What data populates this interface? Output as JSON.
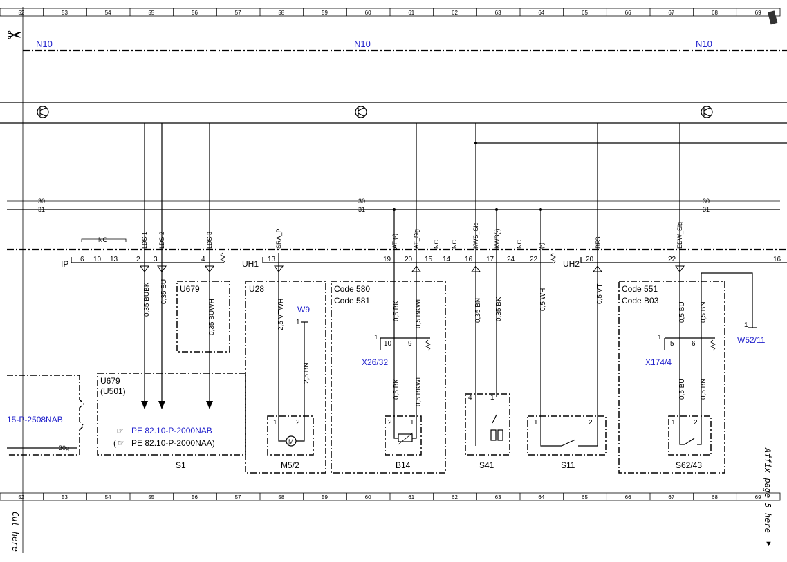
{
  "grid": {
    "columns": [
      "52",
      "53",
      "54",
      "55",
      "56",
      "57",
      "58",
      "59",
      "60",
      "61",
      "62",
      "63",
      "64",
      "65",
      "66",
      "67",
      "68",
      "69"
    ]
  },
  "bus": {
    "label": "N10"
  },
  "rails": {
    "r30": "30",
    "r31": "31"
  },
  "connectors": {
    "ip": {
      "name": "IP",
      "pins": [
        "6",
        "10",
        "13",
        "2",
        "3",
        "4"
      ],
      "nc": "NC",
      "labels": [
        "LDS 1",
        "LDS 2",
        "LDS 3"
      ]
    },
    "uh1": {
      "name": "UH1",
      "pins": [
        "13",
        "19",
        "20",
        "15",
        "14",
        "16",
        "17",
        "24",
        "22"
      ],
      "labels": [
        "SRA_P",
        "AT (-)",
        "AT_Sig",
        "NC",
        "NC",
        "KWS_Sig",
        "KWS(-)",
        "NC",
        "(-)"
      ]
    },
    "uh2": {
      "name": "UH2",
      "pins": [
        "20",
        "22",
        "16"
      ],
      "labels": [
        "BFS",
        "EDW_Sig"
      ]
    }
  },
  "wires": [
    "0,35 BUBK",
    "0,35 BU",
    "0,35 BUWH",
    "2,5 VTWH",
    "2,5 BN",
    "0,5 BK",
    "0,5 BKWH",
    "0,5 BK",
    "0,5 BKWH",
    "0,35 BN",
    "0,35 BK",
    "0,5 WH",
    "0,5 VT",
    "0,5 BU",
    "0,5 BN",
    "0,5 BU",
    "0,5 BN"
  ],
  "blocks": {
    "u679_small": "U679",
    "u28": "U28",
    "code580": "Code 580",
    "code581": "Code 581",
    "code551": "Code 551",
    "codeb03": "Code B03",
    "s1_title": "U679",
    "s1_sub": "(U501)",
    "ref1": "PE 82.10-P-2000NAB",
    "ref2": "PE 82.10-P-2000NAA)",
    "ref2_prefix": "(",
    "offpage": "15-P-2508NAB",
    "ground30g": "30g"
  },
  "components": [
    "S1",
    "M5/2",
    "B14",
    "S41",
    "S11",
    "S62/43"
  ],
  "refs": {
    "w9": "W9",
    "x26": "X26/32",
    "x174": "X174/4",
    "w52": "W52/11"
  },
  "pin_numbers": {
    "one": "1",
    "two": "2",
    "four": "4",
    "nine": "9",
    "ten": "10",
    "five": "5",
    "six": "6"
  },
  "edge": {
    "cut": "Cut here",
    "affix": "Affix page 5 here"
  }
}
